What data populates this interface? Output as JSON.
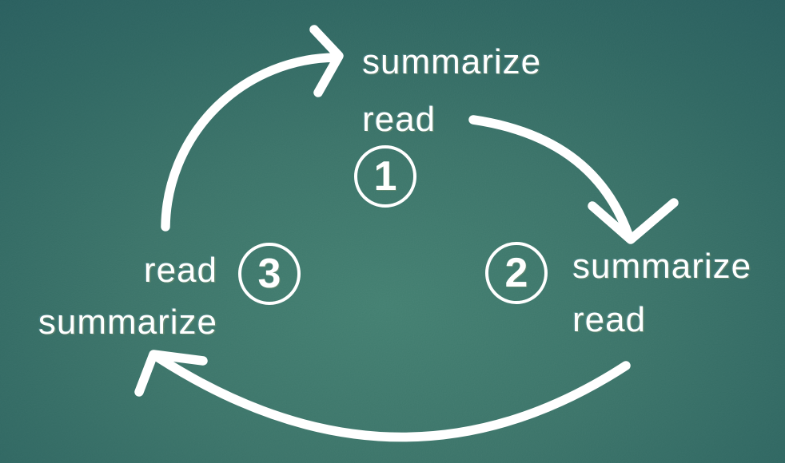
{
  "theme": {
    "background_center_color": "#3f7d6e",
    "background_edge_color": "#1b4d51",
    "ink_color": "#ffffff"
  },
  "diagram": {
    "type": "cycle",
    "steps": [
      {
        "number": "1",
        "line1": "summarize",
        "line2": "read"
      },
      {
        "number": "2",
        "line1": "summarize",
        "line2": "read"
      },
      {
        "number": "3",
        "line1": "read",
        "line2": "summarize"
      }
    ],
    "arrows": [
      {
        "name": "arrow-step3-to-step1",
        "from": "step-3",
        "to": "step-1"
      },
      {
        "name": "arrow-step1-to-step2",
        "from": "step-1",
        "to": "step-2"
      },
      {
        "name": "arrow-step2-to-step3",
        "from": "step-2",
        "to": "step-3"
      }
    ]
  }
}
